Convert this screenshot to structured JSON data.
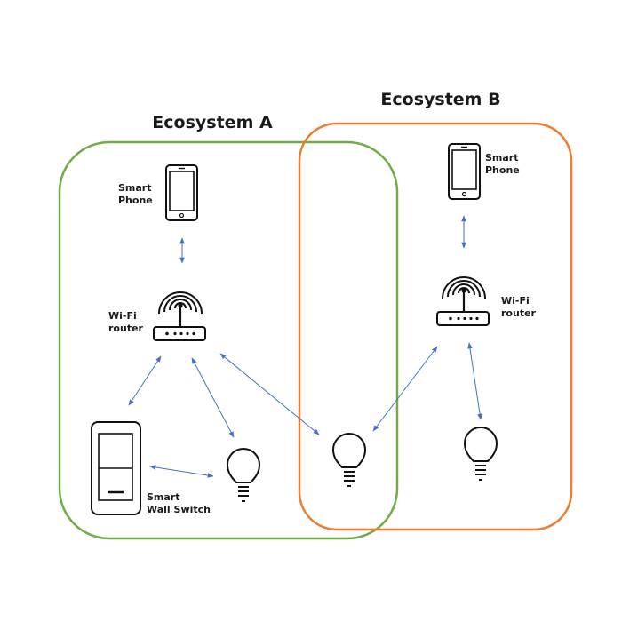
{
  "ecosystems": {
    "a": {
      "title": "Ecosystem A",
      "color": "#70ad47"
    },
    "b": {
      "title": "Ecosystem B",
      "color": "#ed7d31"
    }
  },
  "devices": {
    "phone_a": {
      "label_lines": [
        "Smart",
        "Phone"
      ]
    },
    "router_a": {
      "label_lines": [
        "Wi-Fi",
        "router"
      ]
    },
    "switch_a": {
      "label_lines": [
        "Smart",
        "Wall Switch"
      ]
    },
    "bulb_a": {
      "label_lines": []
    },
    "bulb_shared": {
      "label_lines": []
    },
    "phone_b": {
      "label_lines": [
        "Smart",
        "Phone"
      ]
    },
    "router_b": {
      "label_lines": [
        "Wi-Fi",
        "router"
      ]
    },
    "bulb_b": {
      "label_lines": []
    }
  },
  "connections": [
    {
      "from": "phone_a",
      "to": "router_a"
    },
    {
      "from": "router_a",
      "to": "switch_a"
    },
    {
      "from": "router_a",
      "to": "bulb_a"
    },
    {
      "from": "router_a",
      "to": "bulb_shared"
    },
    {
      "from": "switch_a",
      "to": "bulb_a"
    },
    {
      "from": "phone_b",
      "to": "router_b"
    },
    {
      "from": "router_b",
      "to": "bulb_shared"
    },
    {
      "from": "router_b",
      "to": "bulb_b"
    }
  ],
  "colors": {
    "link": "#4472c4",
    "icon": "#111111"
  },
  "icons": {
    "phone": "smartphone-icon",
    "router": "wifi-router-icon",
    "switch": "wall-switch-icon",
    "bulb": "light-bulb-icon"
  }
}
